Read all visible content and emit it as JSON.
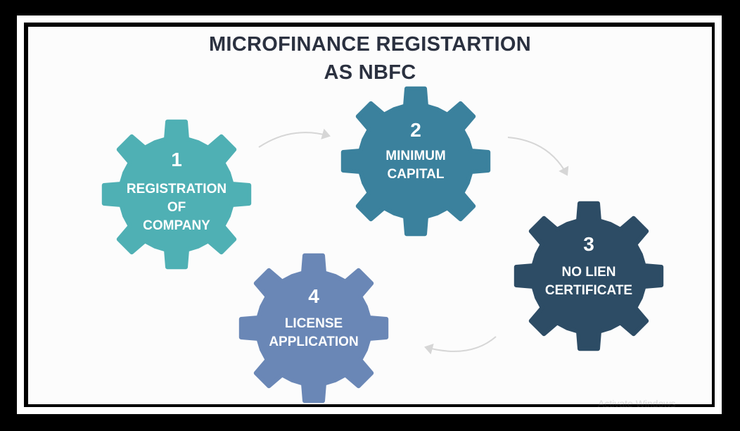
{
  "title": {
    "line1": "MICROFINANCE REGISTARTION",
    "line2": "AS NBFC"
  },
  "steps": [
    {
      "number": "1",
      "lines": [
        "REGISTRATION",
        "OF",
        "COMPANY"
      ],
      "color": "#4fb0b4"
    },
    {
      "number": "2",
      "lines": [
        "MINIMUM",
        "CAPITAL"
      ],
      "color": "#3b819d"
    },
    {
      "number": "3",
      "lines": [
        "NO LIEN",
        "CERTIFICATE"
      ],
      "color": "#2d4c65"
    },
    {
      "number": "4",
      "lines": [
        "LICENSE",
        "APPLICATION"
      ],
      "color": "#6a87b6"
    }
  ],
  "arrow_color": "#d6d6d6",
  "watermark": "Activate Windows"
}
